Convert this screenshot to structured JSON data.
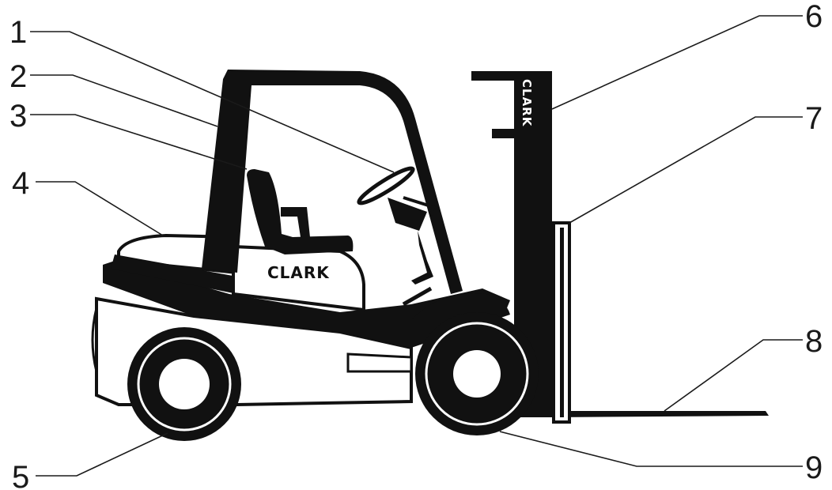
{
  "brand": {
    "name": "CLARK"
  },
  "callouts": [
    {
      "number": "1",
      "target": "steering-wheel"
    },
    {
      "number": "2",
      "target": "overhead-guard"
    },
    {
      "number": "3",
      "target": "operator-seat"
    },
    {
      "number": "4",
      "target": "engine-hood"
    },
    {
      "number": "5",
      "target": "rear-wheel"
    },
    {
      "number": "6",
      "target": "mast"
    },
    {
      "number": "7",
      "target": "carriage"
    },
    {
      "number": "8",
      "target": "forks"
    },
    {
      "number": "9",
      "target": "front-wheel"
    }
  ],
  "colors": {
    "ink": "#1a1a1a",
    "paper": "#ffffff"
  }
}
